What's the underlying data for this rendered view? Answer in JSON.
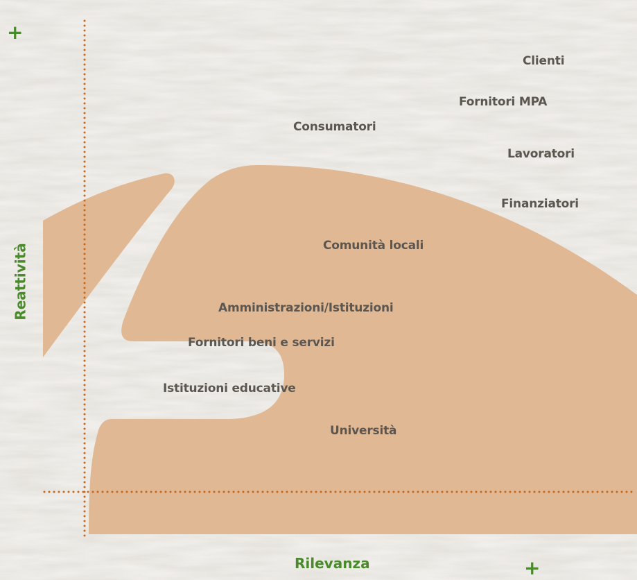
{
  "colors": {
    "axis_title": "#4a8a2c",
    "plus": "#4a8a2c",
    "dotted_axis": "#c8671a",
    "shape_fill": "#e0b894",
    "label_text": "#5b5650",
    "background": "#e9e6e1"
  },
  "axes": {
    "x_title": "Rilevanza",
    "y_title": "Reattività",
    "x_plus": "+",
    "y_plus": "+"
  },
  "stakeholders": [
    "Clienti",
    "Fornitori MPA",
    "Consumatori",
    "Lavoratori",
    "Finanziatori",
    "Comunità locali",
    "Amministrazioni/Istituzioni",
    "Fornitori beni e servizi",
    "Istituzioni educative",
    "Università"
  ]
}
